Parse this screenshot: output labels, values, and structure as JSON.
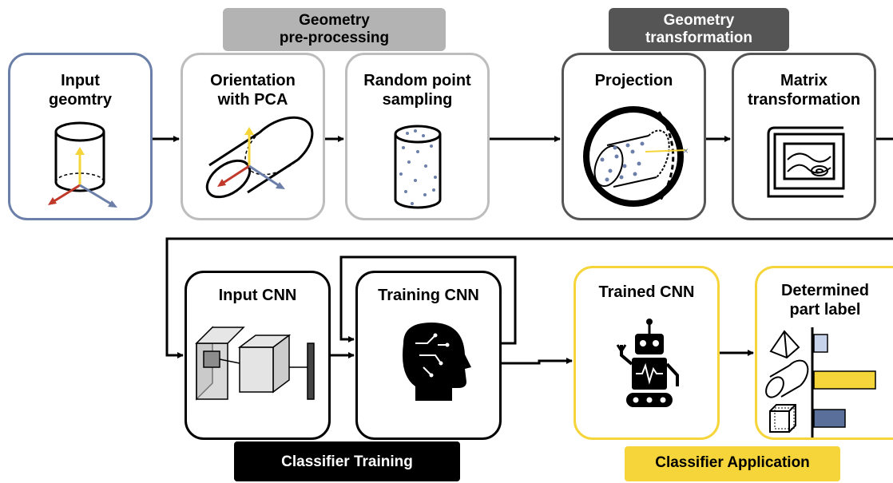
{
  "banners": {
    "preprocessing": "Geometry\npre-processing",
    "transformation": "Geometry\ntransformation",
    "training": "Classifier Training",
    "application": "Classifier Application"
  },
  "boxes": {
    "input_geometry": "Input\ngeomtry",
    "orientation": "Orientation\nwith PCA",
    "sampling": "Random point\nsampling",
    "projection": "Projection",
    "matrix": "Matrix\ntransformation",
    "input_cnn": "Input CNN",
    "training_cnn": "Training CNN",
    "trained_cnn": "Trained CNN",
    "part_label": "Determined\npart label"
  },
  "colors": {
    "input_border": "#6b7fa8",
    "preproc_border": "#bdbdbd",
    "transform_border": "#555555",
    "train_border": "#000000",
    "apply_border": "#f5d53a",
    "preproc_banner": "#b3b3b3",
    "transform_banner": "#555555",
    "train_banner": "#000000",
    "apply_banner": "#f5d53a",
    "dot": "#6b7fa8",
    "bar_blue": "#5b6f9b",
    "bar_light": "#c7d3eb",
    "bar_yellow": "#f5d53a"
  },
  "chart_data": {
    "type": "bar",
    "categories": [
      "pyramid",
      "cylinder",
      "cube"
    ],
    "values": [
      0.2,
      0.9,
      0.45
    ],
    "xlabel": "",
    "ylabel": ""
  }
}
